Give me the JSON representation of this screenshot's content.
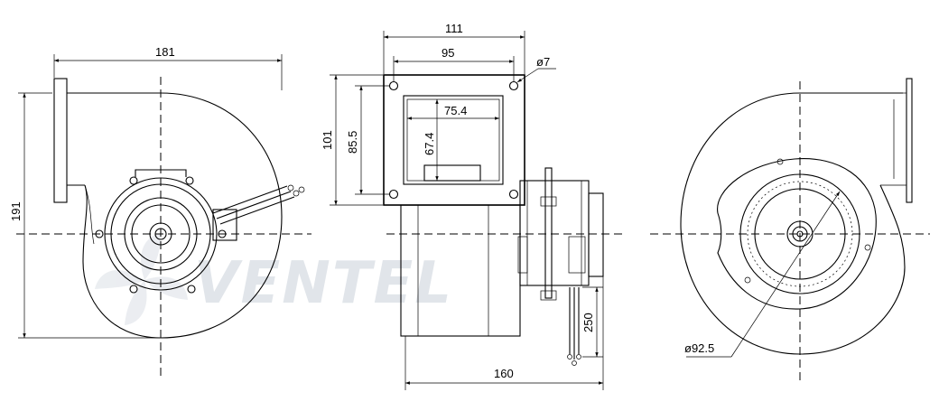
{
  "watermark": {
    "text": "VENTEL",
    "color": "#aab6c4"
  },
  "front_view": {
    "width_dim": "181",
    "height_dim": "191"
  },
  "side_view": {
    "flange_width_dim": "111",
    "hole_spacing_h_dim": "95",
    "hole_diameter_dim": "ø7",
    "outlet_width_dim": "75.4",
    "flange_height_dim": "101",
    "hole_spacing_v_dim": "85.5",
    "outlet_height_dim": "67.4",
    "depth_dim": "160",
    "cable_length_dim": "250"
  },
  "back_view": {
    "inlet_diameter_dim": "ø92.5"
  }
}
